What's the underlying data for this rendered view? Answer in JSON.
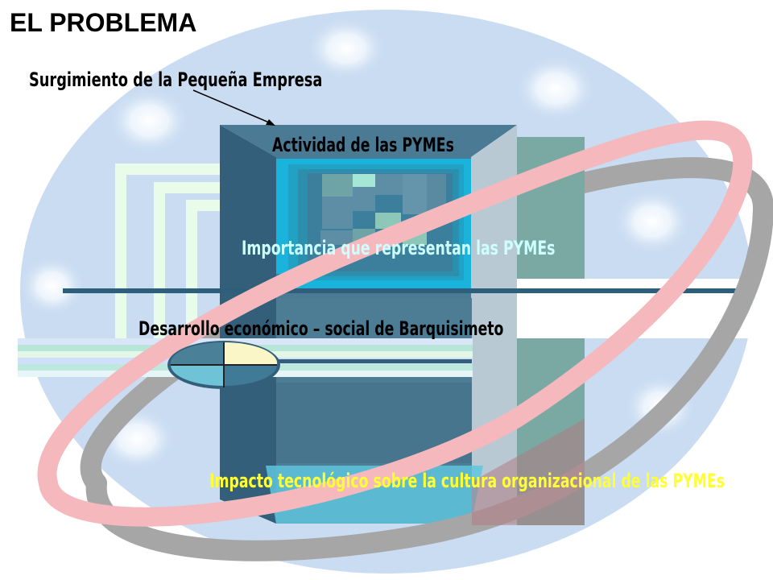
{
  "title": "EL PROBLEMA",
  "labels": {
    "surgimiento": "Surgimiento de la Pequeña Empresa",
    "actividad": "Actividad de las PYMEs",
    "importancia": "Importancia que representan las PYMEs",
    "desarrollo": "Desarrollo económico – social de Barquisimeto",
    "impacto": "Impacto tecnológico sobre la cultura organizacional de las PYMEs"
  },
  "colors": {
    "globe": "#c9dcf2",
    "ring_pink": "#f4b8bd",
    "ring_gray": "#a6a6a6",
    "box_dark": "#335f7a",
    "box_mid": "#4a7a94",
    "screen": "#1ab0d8",
    "teal_panel": "#7aa9a3",
    "impact_text": "#ffff33",
    "importance_text": "#ccffff"
  }
}
